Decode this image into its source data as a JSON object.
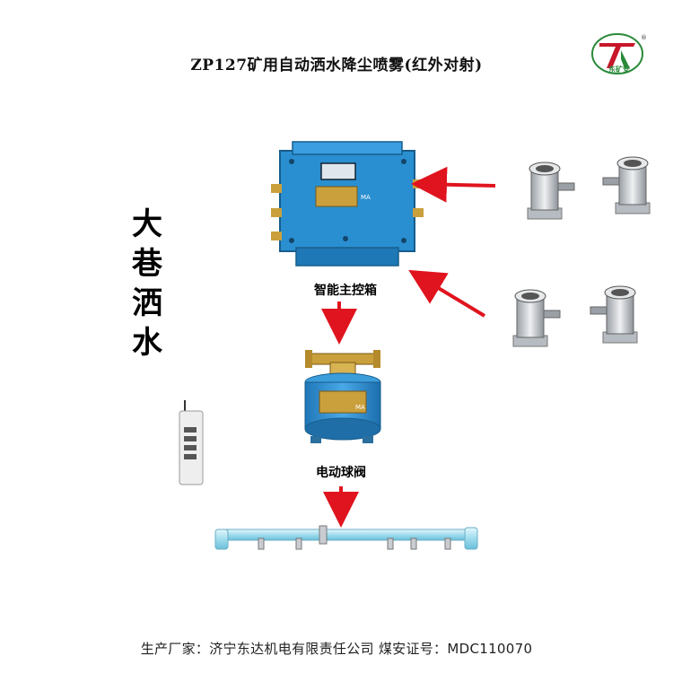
{
  "title": "ZP127矿用自动洒水降尘喷雾(红外对射)",
  "logo": {
    "text": "东矿安"
  },
  "side_label": "大巷洒水",
  "components": {
    "control_box": {
      "label": "智能主控箱",
      "plate_text": "MA"
    },
    "ball_valve": {
      "label": "电动球阀",
      "plate_text": "MA"
    },
    "infrared_sensors": {
      "count": 4
    },
    "remote_control": {
      "buttons": 4
    },
    "spray_pipe": {
      "nozzles": 6
    }
  },
  "colors": {
    "equipment_blue": "#2a8fd0",
    "arrow_red": "#e0141e",
    "brass": "#c9a03c",
    "steel": "#c9cdd2",
    "pipe": "#aee3f2"
  },
  "footer": "生产厂家：济宁东达机电有限责任公司 煤安证号：MDC110070"
}
